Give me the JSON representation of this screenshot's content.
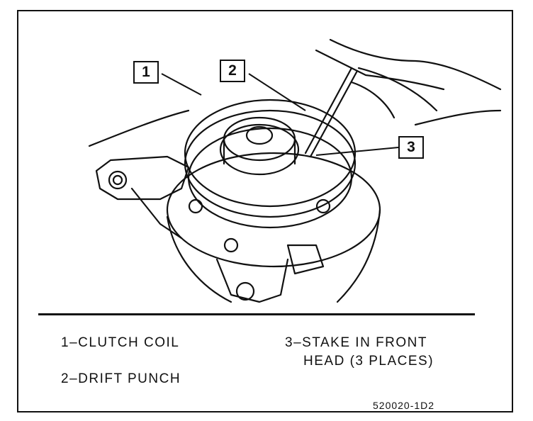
{
  "callouts": {
    "c1": "1",
    "c2": "2",
    "c3": "3"
  },
  "legend": {
    "item1": "1–CLUTCH COIL",
    "item2": "2–DRIFT PUNCH",
    "item3_line1": "3–STAKE IN FRONT",
    "item3_line2": "HEAD (3 PLACES)"
  },
  "figure_code": "520020-1D2",
  "icons": [
    "compressor-assembly-illustration",
    "clutch-coil-ring",
    "drift-punch-tool",
    "hand-illustration"
  ]
}
